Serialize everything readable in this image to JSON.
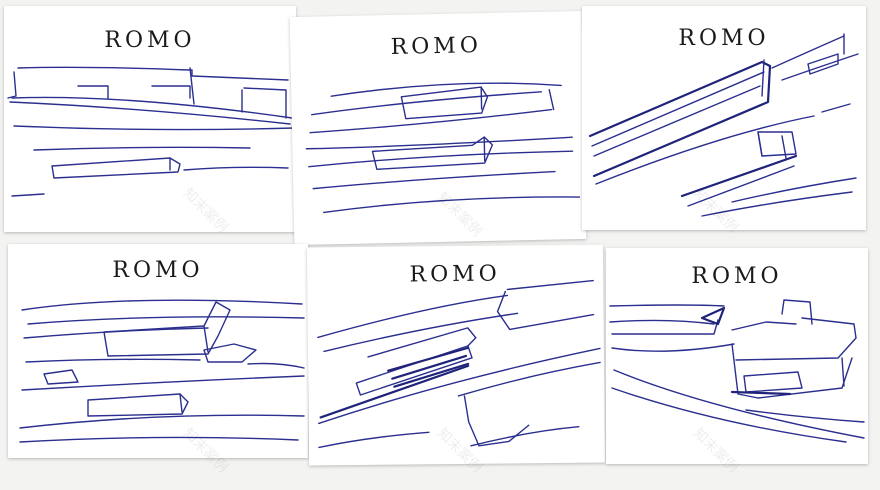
{
  "cards": [
    {
      "title": "ROMO"
    },
    {
      "title": "ROMO"
    },
    {
      "title": "ROMO"
    },
    {
      "title": "ROMO"
    },
    {
      "title": "ROMO"
    },
    {
      "title": "ROMO"
    }
  ]
}
